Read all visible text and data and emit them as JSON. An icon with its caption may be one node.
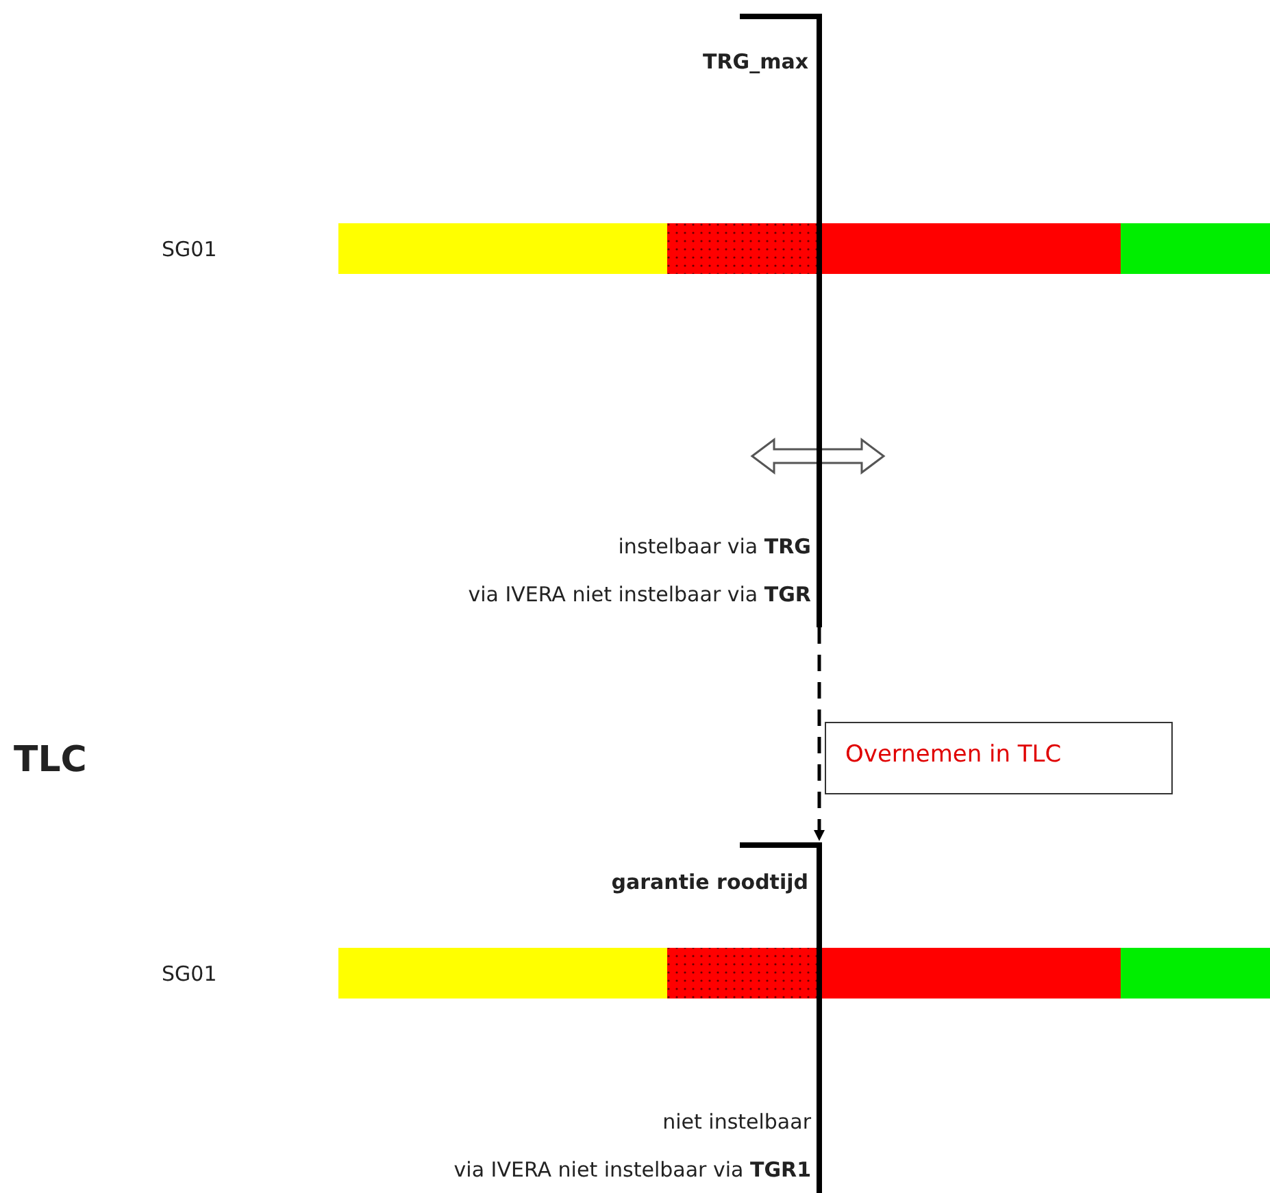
{
  "diagram": {
    "nodes": [
      {
        "text": [
          "TRG_max"
        ]
      },
      {
        "text": [
          "garantie roodtijd"
        ]
      }
    ],
    "edges": [
      {
        "from": 0,
        "to": 1,
        "arrow": "to",
        "style": "dashed",
        "label": "Overnemen in TLC"
      }
    ],
    "labels": [
      "SG01",
      "instelbaar via **TRG**",
      "via IVERA niet instelbaar via **TGR**",
      "TLC",
      "SG01",
      "niet instelbaar",
      "via IVERA niet instelbaar via **TGR1**"
    ]
  }
}
